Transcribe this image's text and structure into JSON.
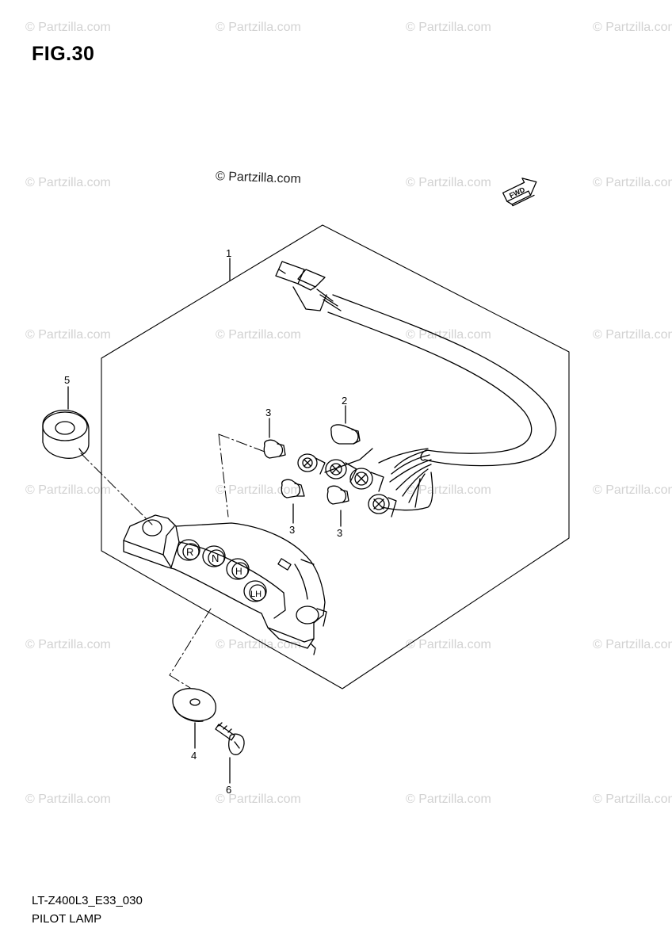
{
  "figure": {
    "title": "FIG.30",
    "model_code": "LT-Z400L3_E33_030",
    "name": "PILOT LAMP"
  },
  "watermark": {
    "text": "© Partzilla.com",
    "center_text": "© Partzilla.com"
  },
  "fwd_indicator": {
    "label": "FWD",
    "icon": "fwd-arrow-icon"
  },
  "indicator_letters": [
    "R",
    "N",
    "H",
    "LH"
  ],
  "callouts": [
    {
      "number": "1",
      "part": "pilot lamp assembly"
    },
    {
      "number": "2",
      "part": "bulb"
    },
    {
      "number": "3",
      "part": "bulb"
    },
    {
      "number": "3",
      "part": "bulb"
    },
    {
      "number": "3",
      "part": "bulb"
    },
    {
      "number": "4",
      "part": "washer"
    },
    {
      "number": "5",
      "part": "cushion"
    },
    {
      "number": "6",
      "part": "screw"
    }
  ]
}
